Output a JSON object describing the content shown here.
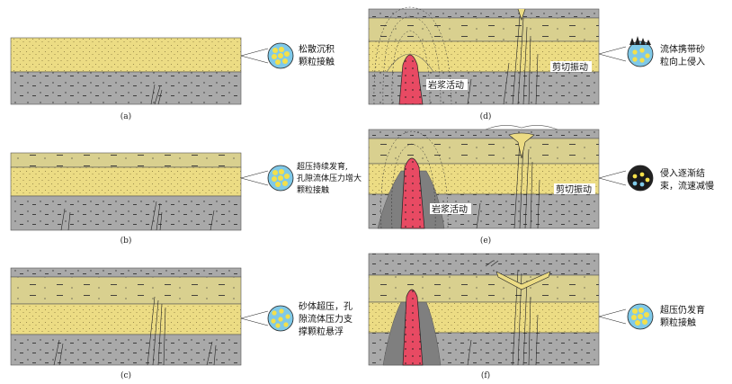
{
  "panels": [
    {
      "id": "a",
      "caption": "(a)",
      "note": [
        "松散沉积",
        "颗粒接触"
      ]
    },
    {
      "id": "b",
      "caption": "(b)",
      "note": [
        "超压持续发育,",
        "孔隙流体压力增大",
        "颗粒接触"
      ]
    },
    {
      "id": "c",
      "caption": "(c)",
      "note": [
        "砂体超压，孔",
        "隙流体压力支",
        "撑颗粒悬浮"
      ]
    },
    {
      "id": "d",
      "caption": "(d)",
      "note": [
        "流体携带砂",
        "粒向上侵入"
      ],
      "magma": "岩浆活动",
      "shear": "剪切振动"
    },
    {
      "id": "e",
      "caption": "(e)",
      "note": [
        "侵入逐渐结",
        "束，流速减慢"
      ],
      "magma": "岩浆活动",
      "shear": "剪切振动"
    },
    {
      "id": "f",
      "caption": "(f)",
      "note": [
        "超压仍发育",
        "颗粒接触"
      ]
    }
  ],
  "colors": {
    "sand": "#ecdc84",
    "gray": "#a9a9a9",
    "dark": "#7f7f7f",
    "magma": "#e84a63",
    "mudstone": "#d9d08f",
    "grain": "#f4e04a",
    "pore": "#7fc9e8"
  }
}
